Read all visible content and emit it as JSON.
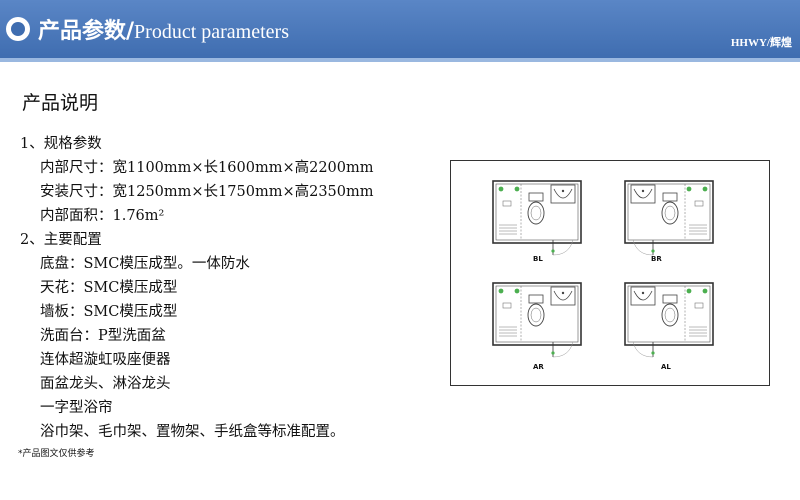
{
  "header": {
    "title_cn": "产品参数/",
    "title_en": "Product parameters",
    "brand": "HHWY/辉煌"
  },
  "section_title": "产品说明",
  "spec": {
    "heading": "1、规格参数",
    "internal_size": "内部尺寸：宽1100mm×长1600mm×高2200mm",
    "install_size": "安装尺寸：宽1250mm×长1750mm×高2350mm",
    "internal_area": "内部面积：1.76m²"
  },
  "config": {
    "heading": "2、主要配置",
    "items": [
      "底盘：SMC模压成型。一体防水",
      "天花：SMC模压成型",
      "墙板：SMC模压成型",
      "洗面台：P型洗面盆",
      "连体超漩虹吸座便器",
      "面盆龙头、淋浴龙头",
      "一字型浴帘",
      "浴巾架、毛巾架、置物架、手纸盒等标准配置。"
    ]
  },
  "note": "*产品图文仅供参考",
  "plans": {
    "labels": [
      "BL",
      "BR",
      "AR",
      "AL"
    ]
  }
}
